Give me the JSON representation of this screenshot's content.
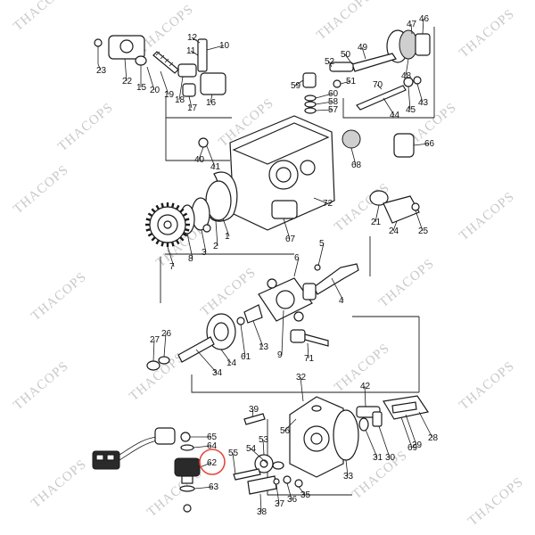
{
  "diagram": {
    "watermark_text": "THACOPS",
    "highlight_color": "#e8473c",
    "highlighted_part": "62",
    "callouts": [
      "1",
      "2",
      "3",
      "4",
      "5",
      "6",
      "7",
      "8",
      "9",
      "10",
      "11",
      "12",
      "13",
      "14",
      "15",
      "16",
      "17",
      "18",
      "19",
      "20",
      "21",
      "22",
      "23",
      "24",
      "25",
      "26",
      "27",
      "28",
      "29",
      "30",
      "31",
      "32",
      "33",
      "34",
      "35",
      "36",
      "37",
      "38",
      "39",
      "40",
      "41",
      "42",
      "43",
      "44",
      "45",
      "46",
      "47",
      "48",
      "49",
      "50",
      "51",
      "52",
      "53",
      "54",
      "55",
      "56",
      "57",
      "58",
      "59",
      "60",
      "61",
      "62",
      "63",
      "64",
      "65",
      "66",
      "67",
      "68",
      "69",
      "70",
      "71",
      "72"
    ]
  }
}
